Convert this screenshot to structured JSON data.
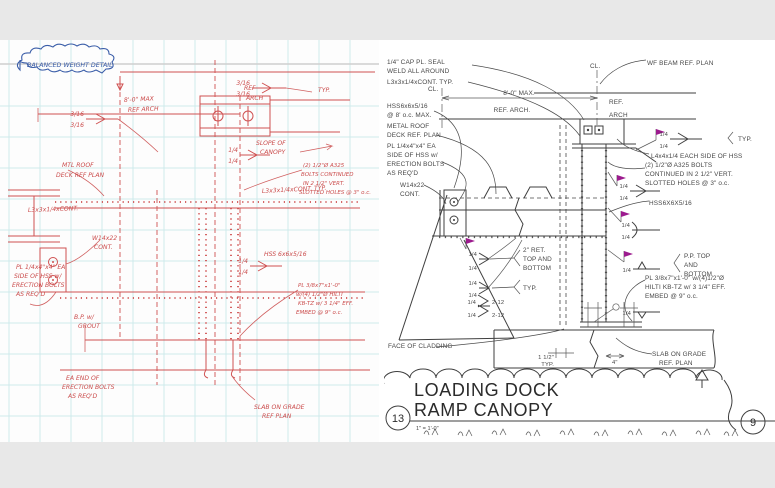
{
  "window": {
    "background": "#ffffff",
    "band_color": "#e8e8e8"
  },
  "sketch": {
    "ink_color": "#cf5151",
    "grid_color": "#cfeaec",
    "cloud_color": "#3a5da8",
    "cloud_note": "BALANCED WEIGHT DETAIL",
    "weld_3_16": "3/16",
    "weld_1_4": "1/4",
    "notes": [
      "8'-0\" MAX",
      "REF ARCH",
      "REF",
      "ARCH",
      "SLOPE OF",
      "CANOPY",
      "L3x3x1/4xCONT.",
      "L3x3x1/4xCONT. TYP.",
      "MTL ROOF",
      "DECK REF PLAN",
      "(2) 1/2\"Ø A325",
      "BOLTS CONTINUED",
      "IN 2 1/2\" VERT.",
      "SLOTTED HOLES @ 3\" o.c.",
      "HSS 6x6x5/16",
      "PL 1/4x4\"x4\" EA",
      "SIDE OF HSS w/",
      "ERECTION BOLTS",
      "AS REQ'D",
      "PL 3/8x7\"x1'-0\"",
      "w/(4) 1/2\"Ø HILTI",
      "KB-TZ w/ 3 1/4\" EFF.",
      "EMBED @ 9\" o.c.",
      "SLAB ON GRADE",
      "REF PLAN",
      "W14x22",
      "CONT.",
      "EA END OF",
      "ERECTION BOLTS",
      "AS REQ'D",
      "B.P. w/",
      "GROUT",
      "TYP."
    ]
  },
  "cad": {
    "line_color": "#3f3f3f",
    "text_color": "#474747",
    "flag_color": "#9c1b8e",
    "weld": "1/4",
    "left_notes": {
      "cap_pl": [
        "1/4\" CAP PL. SEAL",
        "WELD ALL AROUND"
      ],
      "angle": "L3x3x1/4xCONT. TYP.",
      "cl": "CL.",
      "dim": [
        "8'-0\" MAX.",
        "REF. ARCH."
      ],
      "hss": [
        "HSS6x6x5/16",
        "@ 8' o.c. MAX."
      ],
      "deck": [
        "METAL ROOF",
        "DECK REF. PLAN"
      ],
      "pl": [
        "PL 1/4x4\"x4\" EA",
        "SIDE OF HSS w/",
        "ERECTION BOLTS",
        "AS REQ'D"
      ],
      "beam": [
        "W14x22",
        "CONT."
      ],
      "face": "FACE OF CLADDING"
    },
    "right_notes": {
      "wf": "WF BEAM REF. PLAN",
      "cl": "CL.",
      "ref": [
        "REF.",
        "ARCH"
      ],
      "typ": "TYP.",
      "l4": "L4x4x1/4 EACH SIDE OF HSS",
      "bolts": [
        "(2) 1/2\"Ø A325 BOLTS",
        "CONTINUED IN 2 1/2\" VERT.",
        "SLOTTED HOLES @ 3\" o.c."
      ],
      "hss": "HSS6X6X5/16",
      "pp": [
        "P.P. TOP",
        "AND",
        "BOTTOM"
      ],
      "hilti": [
        "PL 3/8x7\"x1'-0\" w/(4)1/2\"Ø",
        "HILTI KB-TZ w/ 3 1/4\" EFF.",
        "EMBED @ 9\" o.c."
      ],
      "slab": [
        "SLAB ON GRADE",
        "REF. PLAN"
      ]
    },
    "mid_notes": {
      "ret": [
        "2\" RET.",
        "TOP AND",
        "BOTTOM"
      ],
      "typ": "TYP.",
      "w2_12": "2-12",
      "dim4": "4\"",
      "dim112": [
        "1 1/2\"",
        "TYP."
      ]
    },
    "title": {
      "line1": "LOADING DOCK",
      "line2": "RAMP CANOPY",
      "scale": "1\" = 1'-0\"",
      "detail_no": "13",
      "sheet_ref": "9"
    }
  }
}
